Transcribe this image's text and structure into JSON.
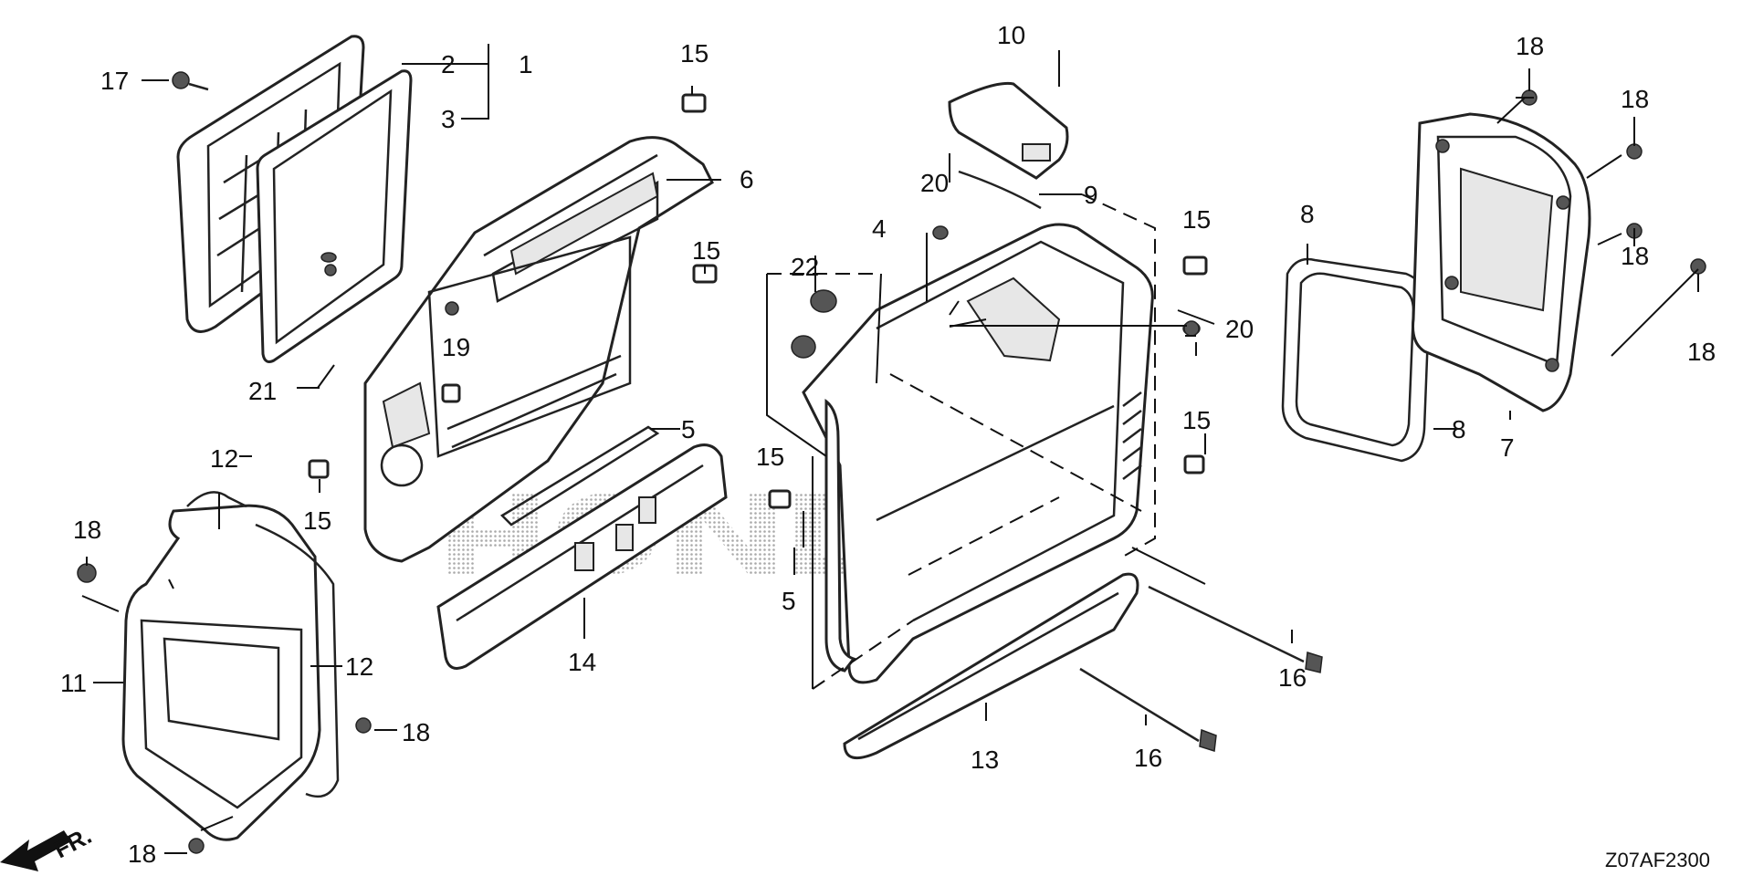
{
  "diagram": {
    "code": "Z07AF2300",
    "direction_label": "FR.",
    "watermark": "HONDA",
    "callouts": {
      "c1": "1",
      "c2": "2",
      "c3": "3",
      "c4": "4",
      "c5a": "5",
      "c5b": "5",
      "c6": "6",
      "c7": "7",
      "c8a": "8",
      "c8b": "8",
      "c9": "9",
      "c10": "10",
      "c11": "11",
      "c12a": "12",
      "c12b": "12",
      "c13": "13",
      "c14": "14",
      "c15a": "15",
      "c15b": "15",
      "c15c": "15",
      "c15d": "15",
      "c15e": "15",
      "c15f": "15",
      "c16a": "16",
      "c16b": "16",
      "c17": "17",
      "c18a": "18",
      "c18b": "18",
      "c18c": "18",
      "c18d": "18",
      "c18e": "18",
      "c18f": "18",
      "c18g": "18",
      "c19": "19",
      "c20a": "20",
      "c20b": "20",
      "c21": "21",
      "c22": "22"
    }
  }
}
